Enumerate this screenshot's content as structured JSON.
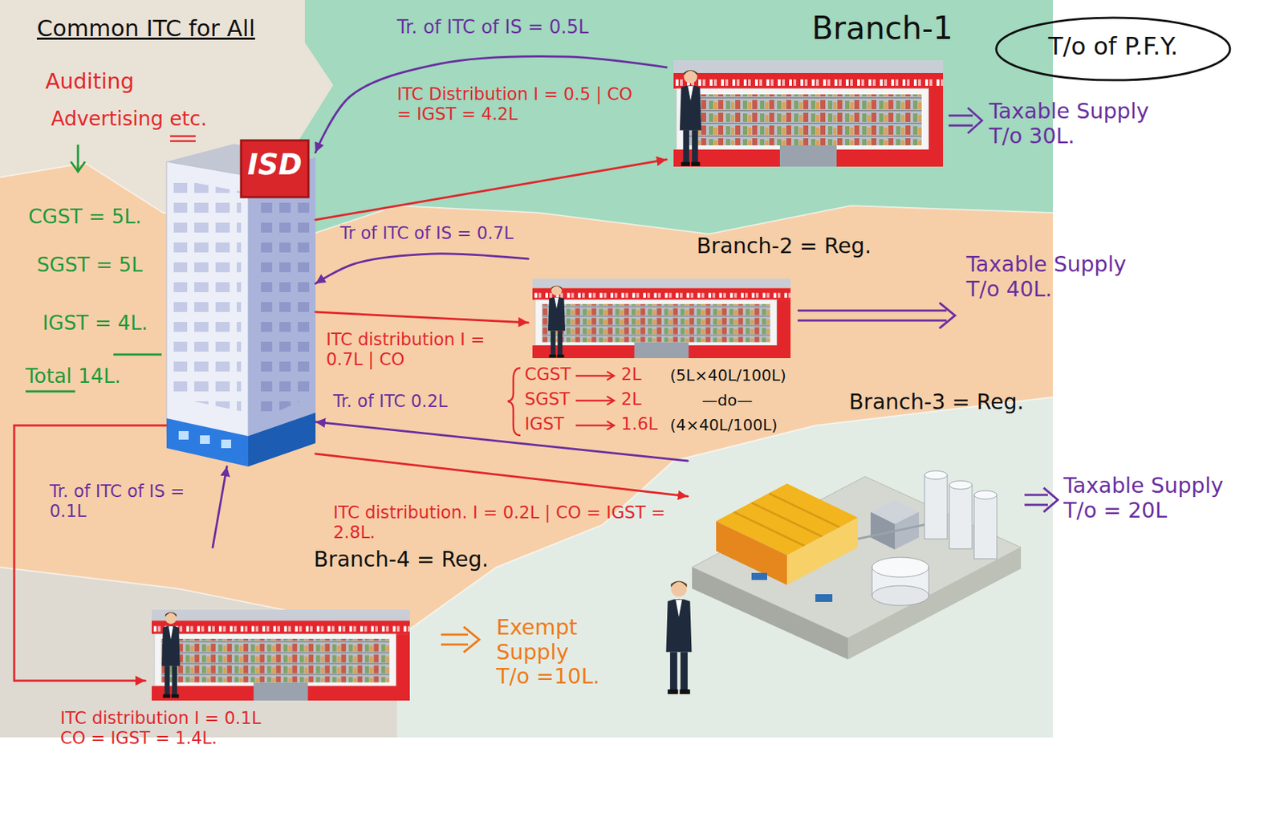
{
  "diagram": {
    "title": "Common ITC for All",
    "nodes": [
      {
        "text": [
          "ISD"
        ]
      },
      {
        "text": [
          "Branch-1"
        ]
      },
      {
        "text": [
          "T/o of P.F.Y."
        ]
      },
      {
        "text": [
          "Branch-2 = Reg."
        ]
      },
      {
        "text": [
          "Branch-3 = Reg."
        ]
      },
      {
        "text": [
          "Branch-4 = Reg."
        ]
      }
    ],
    "edges": [
      {
        "from": 1,
        "to": 0,
        "label": "Tr. of ITC of IS = 0.5L",
        "arrow": "to"
      },
      {
        "from": 0,
        "to": 1,
        "label": "ITC Distribution I = 0.5 | CO = IGST = 4.2L",
        "arrow": "to"
      },
      {
        "from": 3,
        "to": 0,
        "label": "Tr of ITC of IS = 0.7L",
        "arrow": "to"
      },
      {
        "from": 0,
        "to": 3,
        "label": "ITC distribution I = 0.7L | CO",
        "arrow": "to"
      },
      {
        "from": 4,
        "to": 0,
        "label": "Tr. of ITC 0.2L",
        "arrow": "to"
      },
      {
        "from": 0,
        "to": 4,
        "label": "ITC distribution. I = 0.2L | CO = IGST = 2.8L.",
        "arrow": "to"
      },
      {
        "from": 5,
        "to": 0,
        "label": "Tr. of ITC of IS = 0.1L",
        "arrow": "to"
      },
      {
        "from": 0,
        "to": 5,
        "label": "ITC distribution I = 0.1L CO = IGST = 1.4L.",
        "arrow": "to"
      }
    ],
    "labels": [
      "Auditing",
      "Advertising etc.",
      "CGST = 5L.",
      "SGST = 5L",
      "IGST = 4L.",
      "Total 14L.",
      "Taxable Supply T/o 30L.",
      "Taxable Supply T/o 40L.",
      "CGST",
      "SGST",
      "IGST",
      "2L",
      "2L",
      "1.6L",
      "(5L×40L/100L)",
      "—do—",
      "(4×40L/100L)",
      "Taxable Supply T/o = 20L",
      "Exempt Supply T/o =10L."
    ]
  }
}
